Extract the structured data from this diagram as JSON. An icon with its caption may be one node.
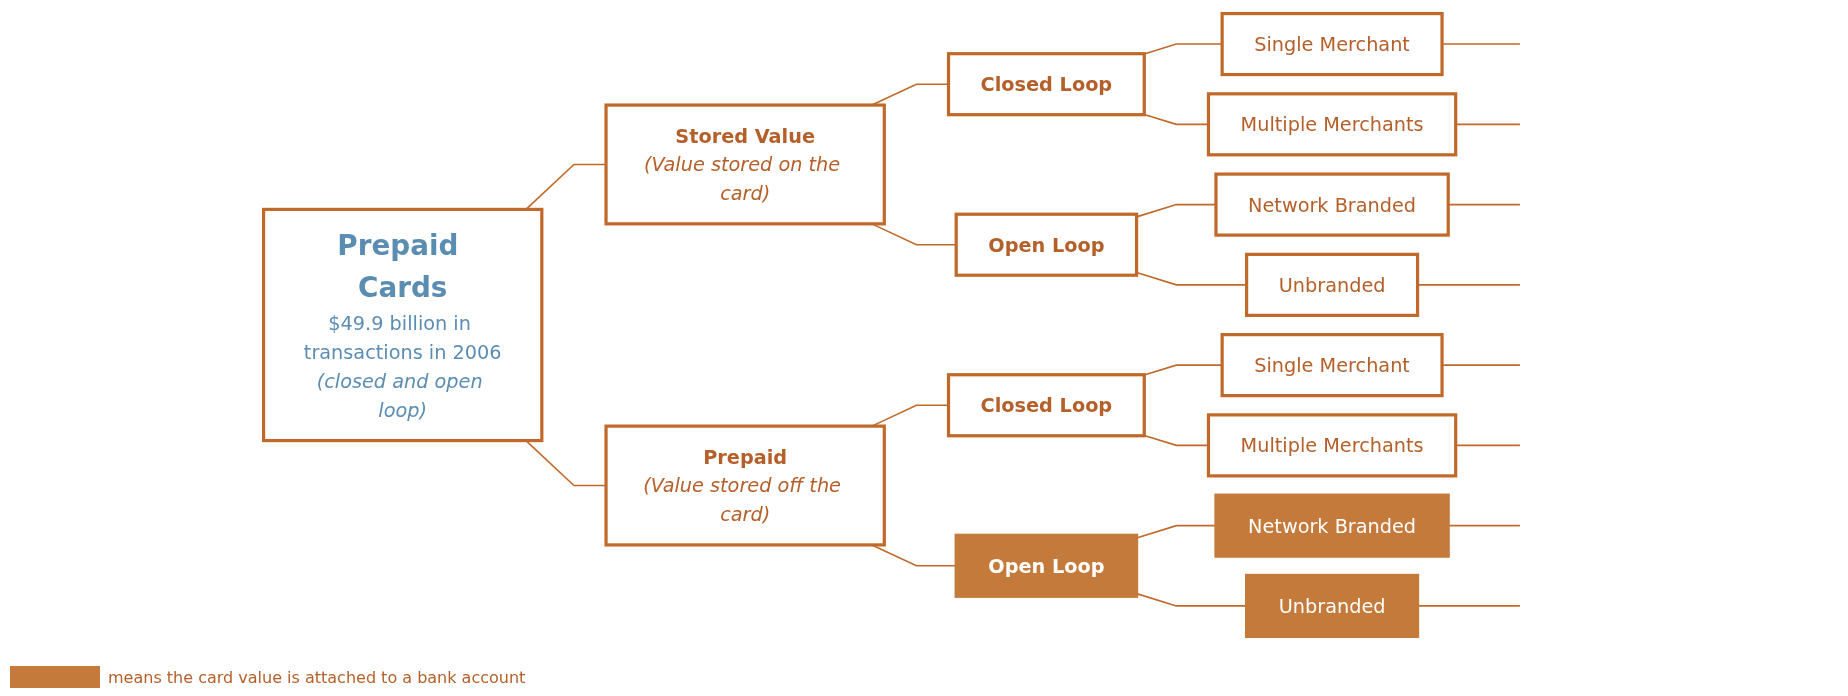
{
  "diagram": {
    "nodes": [
      {
        "text": [
          "Prepaid Cards",
          "$49.9 billion in transactions in 2006",
          "(closed and open loop)"
        ]
      },
      {
        "text": [
          "Stored Value",
          "(Value stored on the card)"
        ]
      },
      {
        "text": [
          "Closed Loop"
        ]
      },
      {
        "text": [
          "Single Merchant"
        ]
      },
      {
        "text": [
          "Multiple Merchants"
        ]
      },
      {
        "text": [
          "Open Loop"
        ]
      },
      {
        "text": [
          "Network Branded"
        ]
      },
      {
        "text": [
          "Unbranded"
        ]
      },
      {
        "text": [
          "Prepaid",
          "(Value stored off the card)"
        ]
      },
      {
        "text": [
          "Closed Loop"
        ]
      },
      {
        "text": [
          "Single Merchant"
        ]
      },
      {
        "text": [
          "Multiple Merchants"
        ]
      },
      {
        "text": [
          "Open Loop"
        ]
      },
      {
        "text": [
          "Network Branded"
        ]
      },
      {
        "text": [
          "Unbranded"
        ]
      }
    ],
    "edges": [
      {
        "from": 0,
        "to": 1,
        "arrow": "none"
      },
      {
        "from": 0,
        "to": 8,
        "arrow": "none"
      },
      {
        "from": 1,
        "to": 2,
        "arrow": "none"
      },
      {
        "from": 1,
        "to": 5,
        "arrow": "none"
      },
      {
        "from": 2,
        "to": 3,
        "arrow": "none"
      },
      {
        "from": 2,
        "to": 4,
        "arrow": "none"
      },
      {
        "from": 5,
        "to": 6,
        "arrow": "none"
      },
      {
        "from": 5,
        "to": 7,
        "arrow": "none"
      },
      {
        "from": 8,
        "to": 9,
        "arrow": "none"
      },
      {
        "from": 8,
        "to": 12,
        "arrow": "none"
      },
      {
        "from": 9,
        "to": 10,
        "arrow": "none"
      },
      {
        "from": 9,
        "to": 11,
        "arrow": "none"
      },
      {
        "from": 12,
        "to": 13,
        "arrow": "none"
      },
      {
        "from": 12,
        "to": 14,
        "arrow": "none"
      },
      {
        "from": 3,
        "to": null,
        "arrow": "none"
      },
      {
        "from": 4,
        "to": null,
        "arrow": "none"
      },
      {
        "from": 6,
        "to": null,
        "arrow": "none"
      },
      {
        "from": 7,
        "to": null,
        "arrow": "none"
      },
      {
        "from": 10,
        "to": null,
        "arrow": "none"
      },
      {
        "from": 11,
        "to": null,
        "arrow": "none"
      },
      {
        "from": 13,
        "to": null,
        "arrow": "none"
      },
      {
        "from": 14,
        "to": null,
        "arrow": "none"
      }
    ],
    "legend": [
      {
        "text": "means the card value is attached to a bank account",
        "color": "#c47a3a"
      }
    ]
  }
}
